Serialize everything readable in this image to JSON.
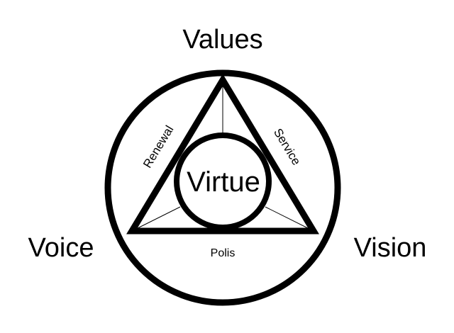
{
  "diagram": {
    "top_label": "Values",
    "left_label": "Voice",
    "right_label": "Vision",
    "center_label": "Virtue",
    "edge_left_label": "Renewal",
    "edge_right_label": "Service",
    "edge_bottom_label": "Polis",
    "stroke_color": "#000000",
    "background_color": "#ffffff"
  }
}
